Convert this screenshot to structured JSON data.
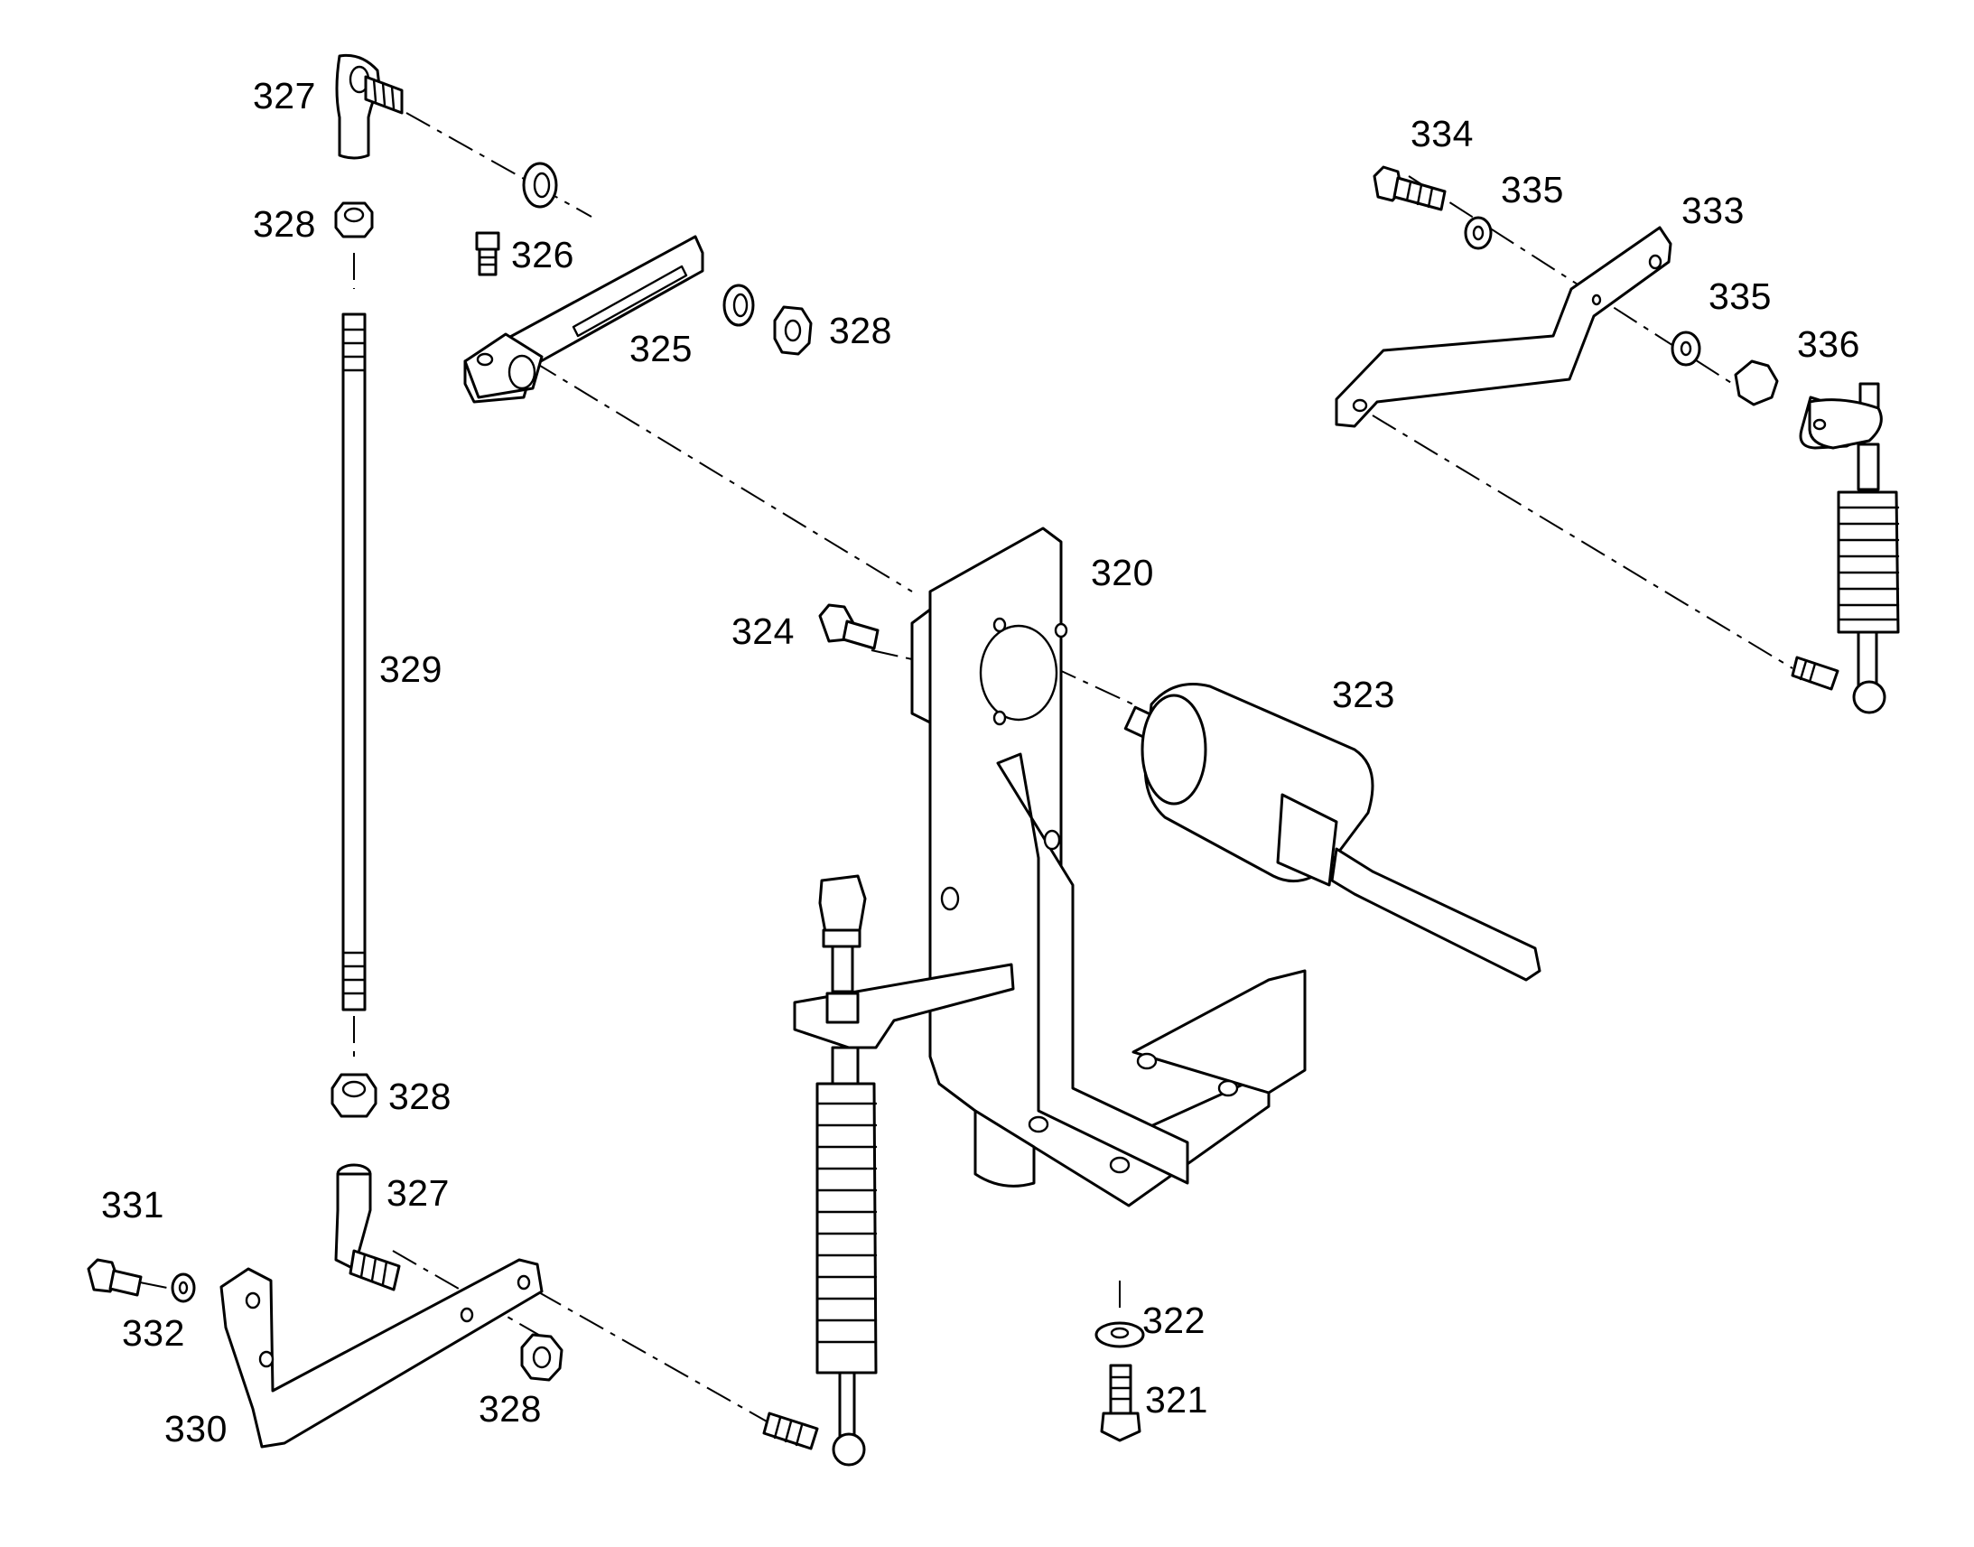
{
  "callouts": {
    "c320": "320",
    "c321": "321",
    "c322": "322",
    "c323": "323",
    "c324": "324",
    "c325": "325",
    "c326": "326",
    "c327_top": "327",
    "c327_bottom": "327",
    "c328_top": "328",
    "c328_arm": "328",
    "c328_middle": "328",
    "c328_bottom": "328",
    "c329": "329",
    "c330": "330",
    "c331": "331",
    "c332": "332",
    "c333": "333",
    "c334": "334",
    "c335_upper": "335",
    "c335_lower": "335",
    "c336": "336"
  }
}
